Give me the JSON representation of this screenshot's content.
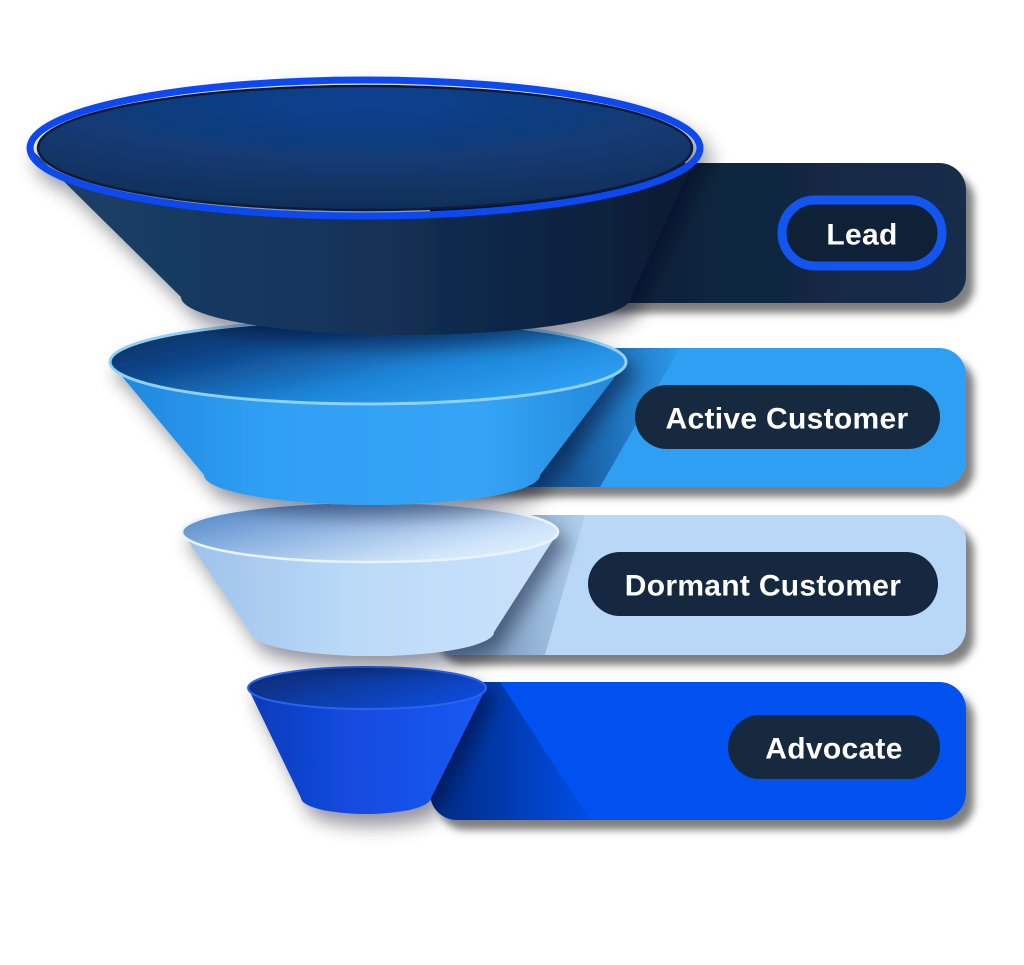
{
  "diagram": {
    "type": "funnel",
    "background": "#ffffff",
    "stage_count": 4
  },
  "stages": [
    {
      "label": "Lead",
      "banner_bg_left": "#0a1c31",
      "banner_bg_right": "#152d4a",
      "pill_bg": "#0e2137",
      "pill_border": "#1355f1",
      "label_color": "#ffffff",
      "funnel_color": "#14335c",
      "rim_color": "#0c49f0"
    },
    {
      "label": "Active Customer",
      "banner_bg": "#2f9ff3",
      "pill_bg": "#16293f",
      "label_color": "#ffffff",
      "funnel_color": "#2f9ff4",
      "rim_color": "#8fd1f9"
    },
    {
      "label": "Dormant Customer",
      "banner_bg": "#b9d8f8",
      "pill_bg": "#15283f",
      "label_color": "#ffffff",
      "funnel_color": "#bdd9f8",
      "rim_color": "#e8f3fe"
    },
    {
      "label": "Advocate",
      "banner_bg": "#0551f0",
      "pill_bg": "#16293f",
      "label_color": "#ffffff",
      "funnel_color": "#1553ec",
      "rim_color": "#2a63f0"
    }
  ]
}
